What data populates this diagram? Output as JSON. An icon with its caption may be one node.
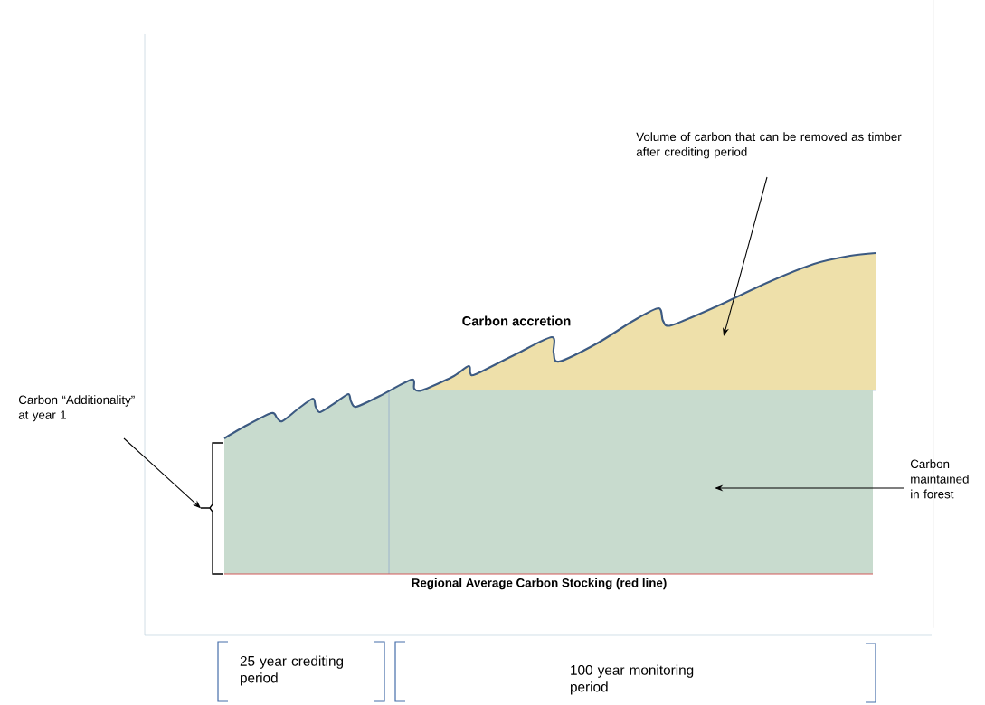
{
  "diagram": {
    "nodes": [
      {
        "text": [
          "Volume of carbon that can be removed as timber after crediting period"
        ]
      },
      {
        "text": [],
        "shape": "area"
      },
      {
        "text": [
          "Carbon “Additionality” at year 1"
        ]
      },
      {
        "text": [],
        "shape": "bracket"
      },
      {
        "text": [
          "Carbon maintained in forest"
        ]
      },
      {
        "text": [],
        "shape": "area"
      }
    ],
    "edges": [
      {
        "from": 0,
        "to": 1,
        "arrow": "to"
      },
      {
        "from": 2,
        "to": 3,
        "arrow": "to"
      },
      {
        "from": 4,
        "to": 5,
        "arrow": "to"
      }
    ],
    "labels": [
      "Carbon accretion",
      "Regional Average Carbon Stocking (red line)",
      "25 year crediting period",
      "100 year monitoring period"
    ]
  }
}
